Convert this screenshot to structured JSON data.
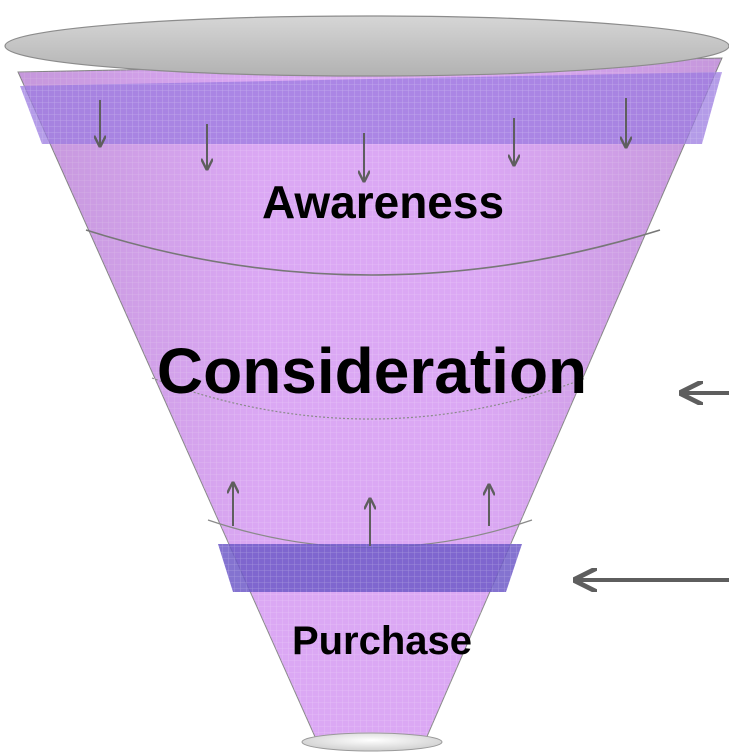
{
  "diagram": {
    "type": "marketing-funnel",
    "colors": {
      "funnel_fill": "#dba8f4",
      "band_fill": "#9b7be0",
      "rim_fill": "#c4c4c4",
      "outline": "#6e6e6e",
      "arrow": "#5e5e5e"
    },
    "stages": [
      {
        "label": "Awareness"
      },
      {
        "label": "Consideration"
      },
      {
        "label": "Purchase"
      }
    ]
  }
}
